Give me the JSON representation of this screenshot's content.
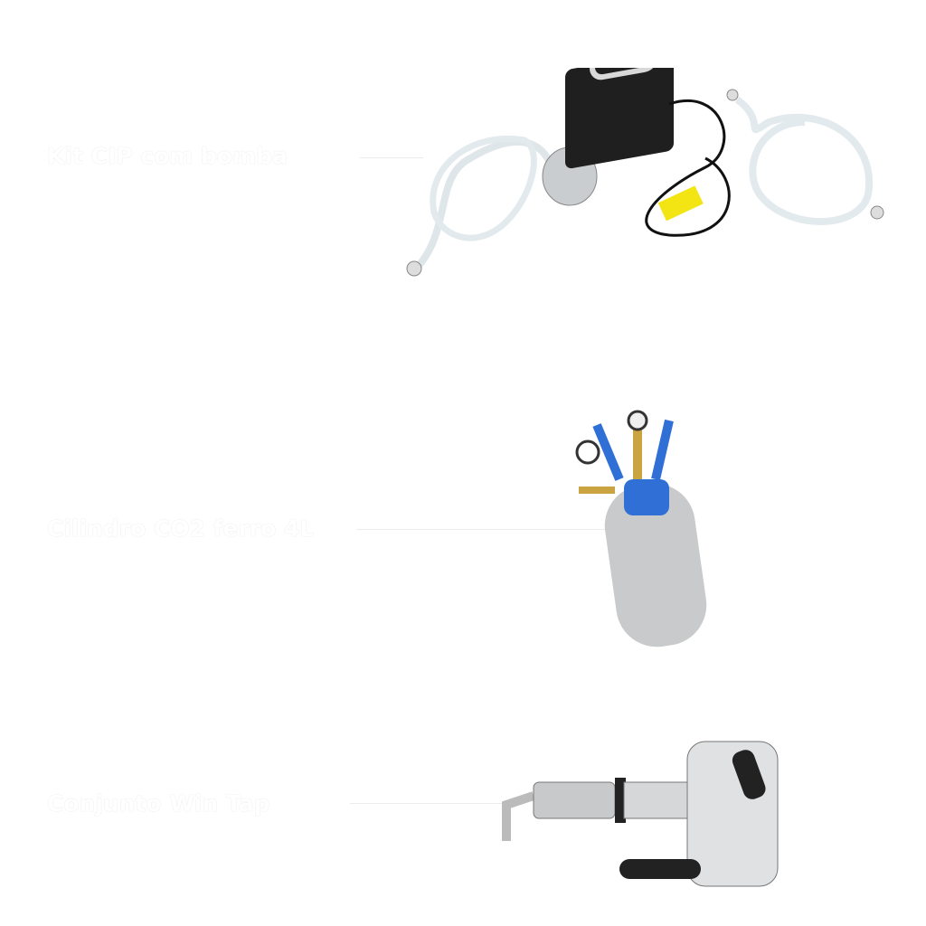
{
  "products": [
    {
      "name": "Kit CIP com bomba",
      "icon": "cip-pump-kit-image"
    },
    {
      "name": "Cilindro CO2 ferro 4L",
      "icon": "co2-cylinder-image"
    },
    {
      "name": "Conjunto Win Tap",
      "icon": "win-tap-image"
    }
  ],
  "colors": {
    "background": "#ffffff",
    "label": "#ffffff",
    "accent_blue": "#2f6fd6",
    "tag_yellow": "#f3e514"
  }
}
